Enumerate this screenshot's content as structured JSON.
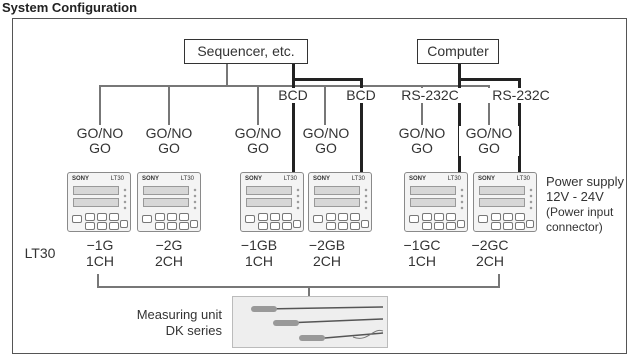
{
  "heading": "System Configuration",
  "top_boxes": {
    "sequencer": "Sequencer, etc.",
    "computer": "Computer"
  },
  "interface_labels": {
    "bcd_1": "BCD",
    "bcd_2": "BCD",
    "rs_1": "RS-232C",
    "rs_2": "RS-232C"
  },
  "gonogo": [
    "GO/NO\nGO",
    "GO/NO\nGO",
    "GO/NO\nGO",
    "GO/NO\nGO",
    "GO/NO\nGO",
    "GO/NO\nGO"
  ],
  "units": [
    {
      "model": "−1G",
      "channels": "1CH"
    },
    {
      "model": "−2G",
      "channels": "2CH"
    },
    {
      "model": "−1GB",
      "channels": "1CH"
    },
    {
      "model": "−2GB",
      "channels": "2CH"
    },
    {
      "model": "−1GC",
      "channels": "1CH"
    },
    {
      "model": "−2GC",
      "channels": "2CH"
    }
  ],
  "device_brand": "SONY",
  "device_tag": "LT30",
  "series_label": "LT30",
  "power": {
    "line1": "Power supply",
    "line2": "12V - 24V",
    "line3": "(Power input",
    "line4": "connector)"
  },
  "measuring": {
    "line1": "Measuring unit",
    "line2": "DK series"
  }
}
